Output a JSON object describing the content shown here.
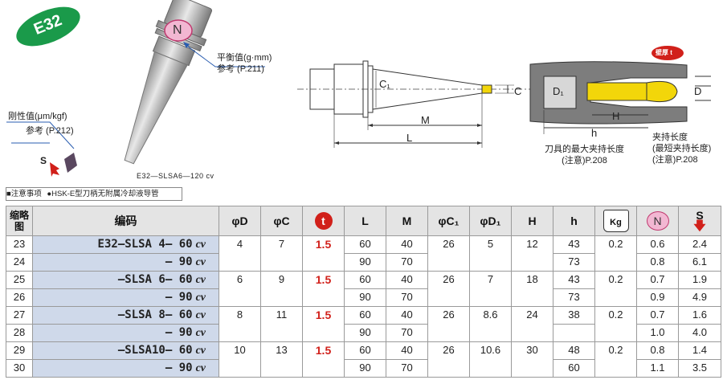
{
  "product_badge": "E32",
  "tool_label": "E32—SLSA6—120 cv",
  "balance_value": {
    "line1": "平衡值(g·mm)",
    "line2": "参考 (P.211)"
  },
  "rigidity_value": {
    "line1": "刚性值(μm/kgf)",
    "line2": "参考 (P.212)"
  },
  "circle_n": "N",
  "arrow_s": "S",
  "dims": {
    "c1": "C₁",
    "c": "C",
    "m": "M",
    "l": "L",
    "d1": "D₁",
    "d": "D",
    "h_upper": "H",
    "h_lower": "h",
    "t_badge": "壁厚 t"
  },
  "clamp_note_left": {
    "line1": "刀具的最大夹持长度",
    "line2": "(注意)P.208"
  },
  "clamp_note_right": {
    "line1": "夹持长度",
    "line2": "(最短夹持长度)",
    "line3": "(注意)P.208"
  },
  "notes_bar": {
    "item1": "■注意事项",
    "item2": "●HSK-E型刀柄无附属冷却液导管"
  },
  "table": {
    "headers": {
      "fig": "缩略图",
      "code": "编码",
      "phiD": "φD",
      "phiC": "φC",
      "t": "t",
      "L": "L",
      "M": "M",
      "phiC1": "φC₁",
      "phiD1": "φD₁",
      "H": "H",
      "h": "h",
      "kg": "Kg",
      "N": "N",
      "S": "S"
    },
    "groups": [
      {
        "phiD": "4",
        "phiC": "7",
        "t": "1.5",
        "phiC1": "26",
        "phiD1": "5",
        "H": "12",
        "kg": "0.2",
        "rows": [
          {
            "fig": "23",
            "code_base": "E32—SLSA 4— 60",
            "code_suffix": "cv",
            "L": "60",
            "M": "40",
            "h": "43",
            "N": "0.6",
            "S": "2.4"
          },
          {
            "fig": "24",
            "code_base": "— 90",
            "code_suffix": "cv",
            "L": "90",
            "M": "70",
            "h": "73",
            "N": "0.8",
            "S": "6.1"
          }
        ]
      },
      {
        "phiD": "6",
        "phiC": "9",
        "t": "1.5",
        "phiC1": "26",
        "phiD1": "7",
        "H": "18",
        "kg": "0.2",
        "rows": [
          {
            "fig": "25",
            "code_base": "—SLSA 6— 60",
            "code_suffix": "cv",
            "L": "60",
            "M": "40",
            "h": "43",
            "N": "0.7",
            "S": "1.9"
          },
          {
            "fig": "26",
            "code_base": "— 90",
            "code_suffix": "cv",
            "L": "90",
            "M": "70",
            "h": "73",
            "N": "0.9",
            "S": "4.9"
          }
        ]
      },
      {
        "phiD": "8",
        "phiC": "11",
        "t": "1.5",
        "phiC1": "26",
        "phiD1": "8.6",
        "H": "24",
        "kg": "0.2",
        "rows": [
          {
            "fig": "27",
            "code_base": "—SLSA 8— 60",
            "code_suffix": "cv",
            "L": "60",
            "M": "40",
            "h": "38",
            "N": "0.7",
            "S": "1.6"
          },
          {
            "fig": "28",
            "code_base": "— 90",
            "code_suffix": "cv",
            "L": "90",
            "M": "70",
            "h": "",
            "N": "1.0",
            "S": "4.0"
          }
        ]
      },
      {
        "phiD": "10",
        "phiC": "13",
        "t": "1.5",
        "phiC1": "26",
        "phiD1": "10.6",
        "H": "30",
        "kg": "0.2",
        "rows": [
          {
            "fig": "29",
            "code_base": "—SLSA10— 60",
            "code_suffix": "cv",
            "L": "60",
            "M": "40",
            "h": "48",
            "N": "0.8",
            "S": "1.4"
          },
          {
            "fig": "30",
            "code_base": "— 90",
            "code_suffix": "cv",
            "L": "90",
            "M": "70",
            "h": "60",
            "N": "1.1",
            "S": "3.5"
          }
        ]
      }
    ]
  },
  "colors": {
    "badge_green": "#1a9a4a",
    "t_red": "#d1201a",
    "code_bg": "#cfd9ea",
    "header_bg": "#e4e4e4",
    "n_pink": "#f2b7d2",
    "yellow": "#f2d60a"
  }
}
